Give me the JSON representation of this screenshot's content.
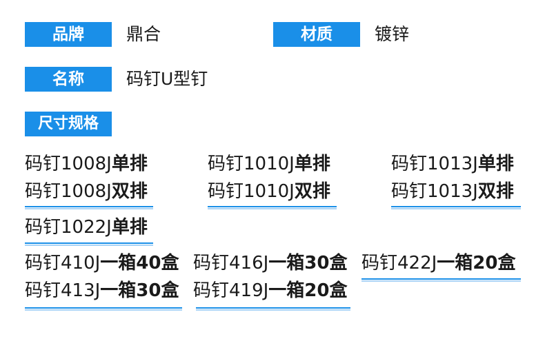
{
  "colors": {
    "accent": "#1a8fe8",
    "accent_light": "#a9d3f6"
  },
  "brand": {
    "label": "品牌",
    "value": "鼎合"
  },
  "material": {
    "label": "材质",
    "value": "镀锌"
  },
  "name": {
    "label": "名称",
    "value": "码钉U型钉"
  },
  "size": {
    "label": "尺寸规格"
  },
  "items": [
    {
      "prefix": "码钉1008J",
      "suffix": "单排"
    },
    {
      "prefix": "码钉1008J",
      "suffix": "双排"
    },
    {
      "prefix": "码钉1010J",
      "suffix": "单排"
    },
    {
      "prefix": "码钉1010J",
      "suffix": "双排"
    },
    {
      "prefix": "码钉1013J",
      "suffix": "单排"
    },
    {
      "prefix": "码钉1013J",
      "suffix": "双排"
    },
    {
      "prefix": "码钉1022J",
      "suffix": "单排"
    },
    {
      "prefix": "码钉410J",
      "suffix": "一箱40盒"
    },
    {
      "prefix": "码钉413J",
      "suffix": "一箱30盒"
    },
    {
      "prefix": "码钉416J",
      "suffix": "一箱30盒"
    },
    {
      "prefix": "码钉419J",
      "suffix": "一箱20盒"
    },
    {
      "prefix": "码钉422J",
      "suffix": "一箱20盒"
    }
  ]
}
